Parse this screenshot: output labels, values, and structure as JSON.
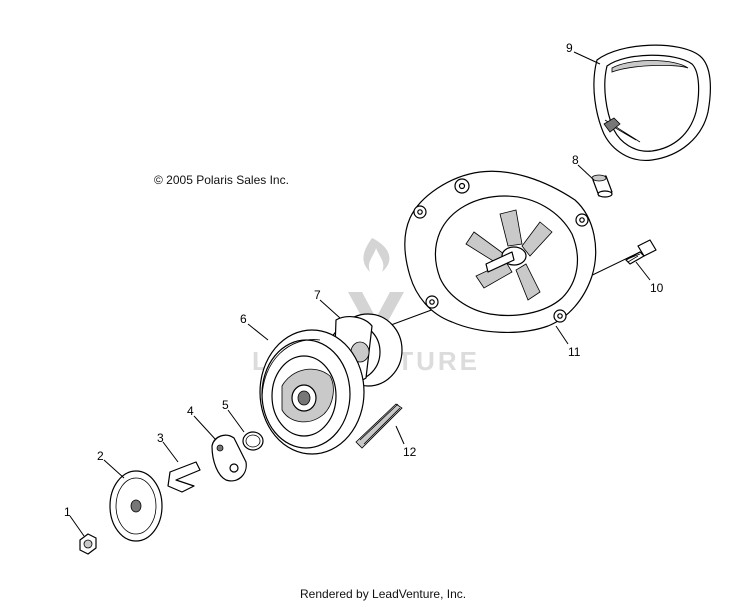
{
  "diagram": {
    "copyright": "© 2005 Polaris Sales Inc.",
    "credit": "Rendered by LeadVenture, Inc.",
    "watermark": "LEADVENTURE",
    "callouts": [
      {
        "id": "1",
        "part": "nut"
      },
      {
        "id": "2",
        "part": "spring-disc"
      },
      {
        "id": "3",
        "part": "spring-clip"
      },
      {
        "id": "4",
        "part": "pawl"
      },
      {
        "id": "5",
        "part": "snap-ring"
      },
      {
        "id": "6",
        "part": "rope-pulley"
      },
      {
        "id": "7",
        "part": "recoil-spring-hub"
      },
      {
        "id": "8",
        "part": "bushing"
      },
      {
        "id": "9",
        "part": "starter-handle"
      },
      {
        "id": "10",
        "part": "bolt"
      },
      {
        "id": "11",
        "part": "recoil-housing"
      },
      {
        "id": "12",
        "part": "starter-rope"
      }
    ]
  }
}
